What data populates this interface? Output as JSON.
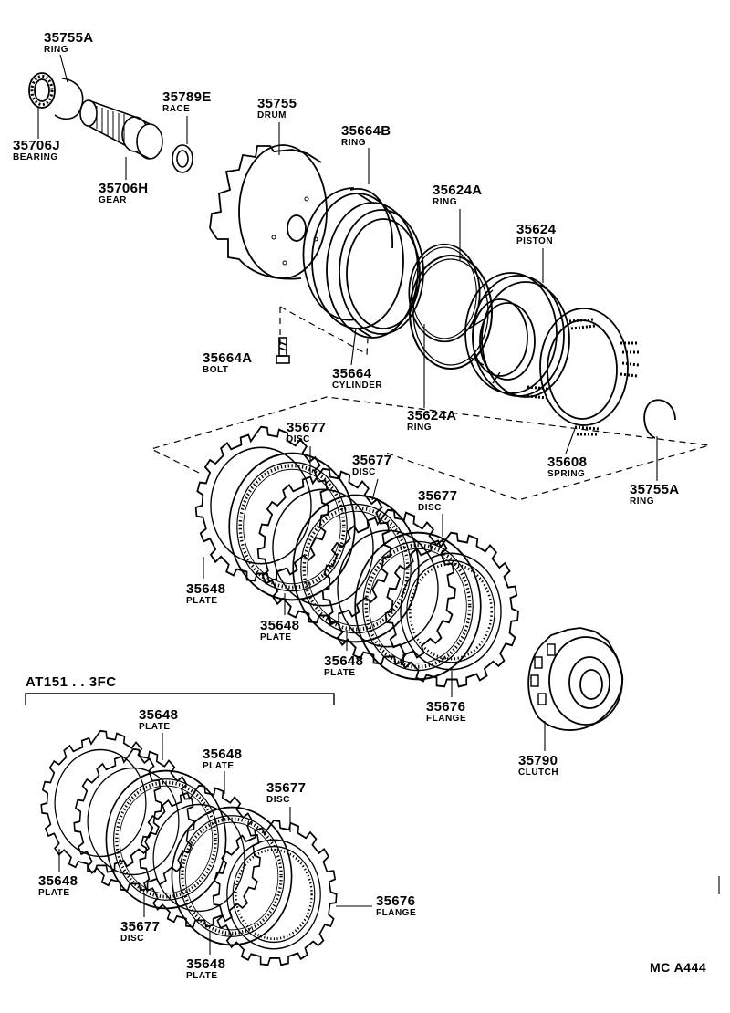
{
  "labels": [
    {
      "id": "35755A-top",
      "number": "35755A",
      "name": "RING"
    },
    {
      "id": "35706J",
      "number": "35706J",
      "name": "BEARING"
    },
    {
      "id": "35706H",
      "number": "35706H",
      "name": "GEAR"
    },
    {
      "id": "35789E",
      "number": "35789E",
      "name": "RACE"
    },
    {
      "id": "35755",
      "number": "35755",
      "name": "DRUM"
    },
    {
      "id": "35664B",
      "number": "35664B",
      "name": "RING"
    },
    {
      "id": "35624A-top",
      "number": "35624A",
      "name": "RING"
    },
    {
      "id": "35624",
      "number": "35624",
      "name": "PISTON"
    },
    {
      "id": "35664A",
      "number": "35664A",
      "name": "BOLT"
    },
    {
      "id": "35664",
      "number": "35664",
      "name": "CYLINDER"
    },
    {
      "id": "35624A-bottom",
      "number": "35624A",
      "name": "RING"
    },
    {
      "id": "35608",
      "number": "35608",
      "name": "SPRING"
    },
    {
      "id": "35755A-right",
      "number": "35755A",
      "name": "RING"
    },
    {
      "id": "35677-a",
      "number": "35677",
      "name": "DISC"
    },
    {
      "id": "35677-b",
      "number": "35677",
      "name": "DISC"
    },
    {
      "id": "35677-c",
      "number": "35677",
      "name": "DISC"
    },
    {
      "id": "35648-a",
      "number": "35648",
      "name": "PLATE"
    },
    {
      "id": "35648-b",
      "number": "35648",
      "name": "PLATE"
    },
    {
      "id": "35648-c",
      "number": "35648",
      "name": "PLATE"
    },
    {
      "id": "35676-a",
      "number": "35676",
      "name": "FLANGE"
    },
    {
      "id": "35790",
      "number": "35790",
      "name": "CLUTCH"
    },
    {
      "id": "35648-d",
      "number": "35648",
      "name": "PLATE"
    },
    {
      "id": "35648-e",
      "number": "35648",
      "name": "PLATE"
    },
    {
      "id": "35677-d",
      "number": "35677",
      "name": "DISC"
    },
    {
      "id": "35648-f",
      "number": "35648",
      "name": "PLATE"
    },
    {
      "id": "35676-b",
      "number": "35676",
      "name": "FLANGE"
    },
    {
      "id": "35677-e",
      "number": "35677",
      "name": "DISC"
    },
    {
      "id": "35648-g",
      "number": "35648",
      "name": "PLATE"
    }
  ],
  "variant_heading": "AT151 . . 3FC",
  "figure_code": "MC A444"
}
